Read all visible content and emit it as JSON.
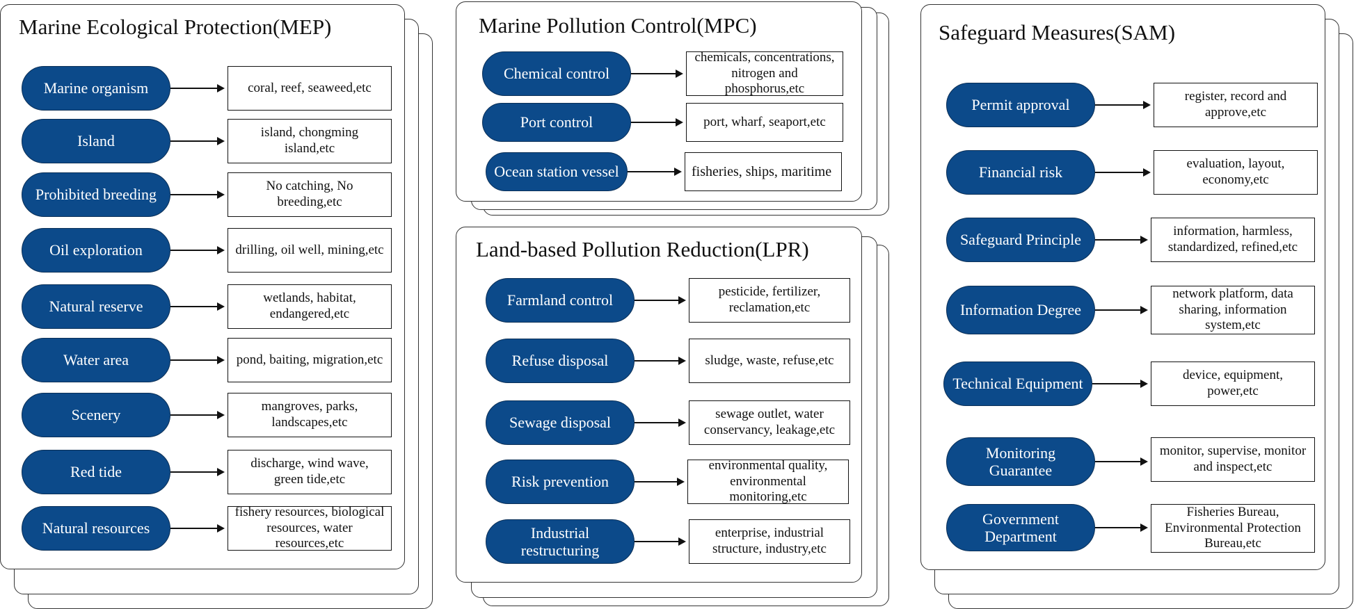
{
  "panels": [
    {
      "id": "mep",
      "title": "Marine Ecological Protection(MEP)",
      "rows": [
        {
          "label": "Marine organism",
          "items": "coral, reef, seaweed,etc"
        },
        {
          "label": "Island",
          "items": "island, chongming island,etc"
        },
        {
          "label": "Prohibited breeding",
          "items": "No catching, No breeding,etc"
        },
        {
          "label": "Oil exploration",
          "items": "drilling, oil well, mining,etc"
        },
        {
          "label": "Natural reserve",
          "items": "wetlands, habitat, endangered,etc"
        },
        {
          "label": "Water area",
          "items": "pond, baiting, migration,etc"
        },
        {
          "label": "Scenery",
          "items": "mangroves, parks, landscapes,etc"
        },
        {
          "label": "Red tide",
          "items": "discharge, wind wave, green tide,etc"
        },
        {
          "label": "Natural resources",
          "items": "fishery resources, biological resources, water resources,etc"
        }
      ]
    },
    {
      "id": "mpc",
      "title": "Marine Pollution Control(MPC)",
      "rows": [
        {
          "label": "Chemical control",
          "items": "chemicals, concentrations, nitrogen and phosphorus,etc"
        },
        {
          "label": "Port control",
          "items": "port, wharf, seaport,etc"
        },
        {
          "label": "Ocean station vessel",
          "items": "fisheries, ships, maritime"
        }
      ]
    },
    {
      "id": "lpr",
      "title": "Land-based Pollution Reduction(LPR)",
      "rows": [
        {
          "label": "Farmland control",
          "items": "pesticide, fertilizer, reclamation,etc"
        },
        {
          "label": "Refuse disposal",
          "items": "sludge, waste, refuse,etc"
        },
        {
          "label": "Sewage disposal",
          "items": "sewage outlet, water conservancy, leakage,etc"
        },
        {
          "label": "Risk prevention",
          "items": "environmental quality, environmental monitoring,etc"
        },
        {
          "label": "Industrial restructuring",
          "items": "enterprise, industrial structure, industry,etc"
        }
      ]
    },
    {
      "id": "sam",
      "title": "Safeguard Measures(SAM)",
      "rows": [
        {
          "label": "Permit approval",
          "items": "register, record and approve,etc"
        },
        {
          "label": "Financial risk",
          "items": "evaluation, layout, economy,etc"
        },
        {
          "label": "Safeguard Principle",
          "items": "information, harmless, standardized, refined,etc"
        },
        {
          "label": "Information Degree",
          "items": "network platform, data sharing, information system,etc"
        },
        {
          "label": "Technical Equipment",
          "items": "device, equipment, power,etc"
        },
        {
          "label": "Monitoring Guarantee",
          "items": "monitor, supervise, monitor and inspect,etc"
        },
        {
          "label": "Government Department",
          "items": "Fisheries Bureau, Environmental Protection Bureau,etc"
        }
      ]
    }
  ],
  "colors": {
    "pill_fill": "#0c4a8a",
    "pill_text": "#ffffff",
    "border": "#333333"
  }
}
